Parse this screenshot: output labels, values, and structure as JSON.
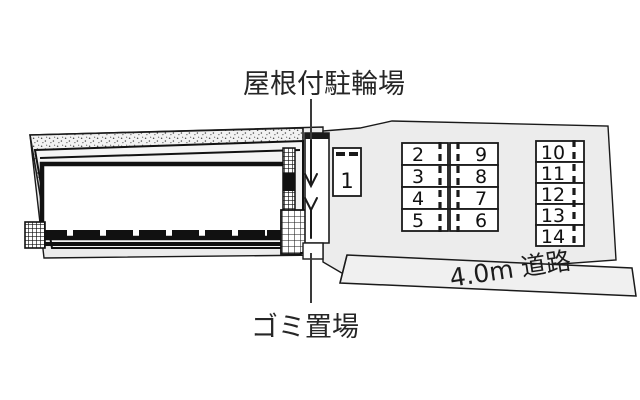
{
  "plan": {
    "type": "property-site-plan",
    "annotations": {
      "bicycle_parking_label": "屋根付駐輪場",
      "trash_area_label": "ゴミ置場",
      "road_label": "4.0m 道路"
    },
    "parking_spaces": {
      "entrance_stall": [
        "1"
      ],
      "center_block_left_column": [
        "2",
        "3",
        "4",
        "5"
      ],
      "center_block_right_column": [
        "9",
        "8",
        "7",
        "6"
      ],
      "right_block_column": [
        "10",
        "11",
        "12",
        "13",
        "14"
      ]
    },
    "colors": {
      "outline": "#1a1a1a",
      "lot_fill": "#ececec",
      "building_fill": "#ffffff",
      "stall_fill": "#ffffff",
      "road_fill": "#f0f0f0",
      "label_text": "#262626"
    }
  }
}
